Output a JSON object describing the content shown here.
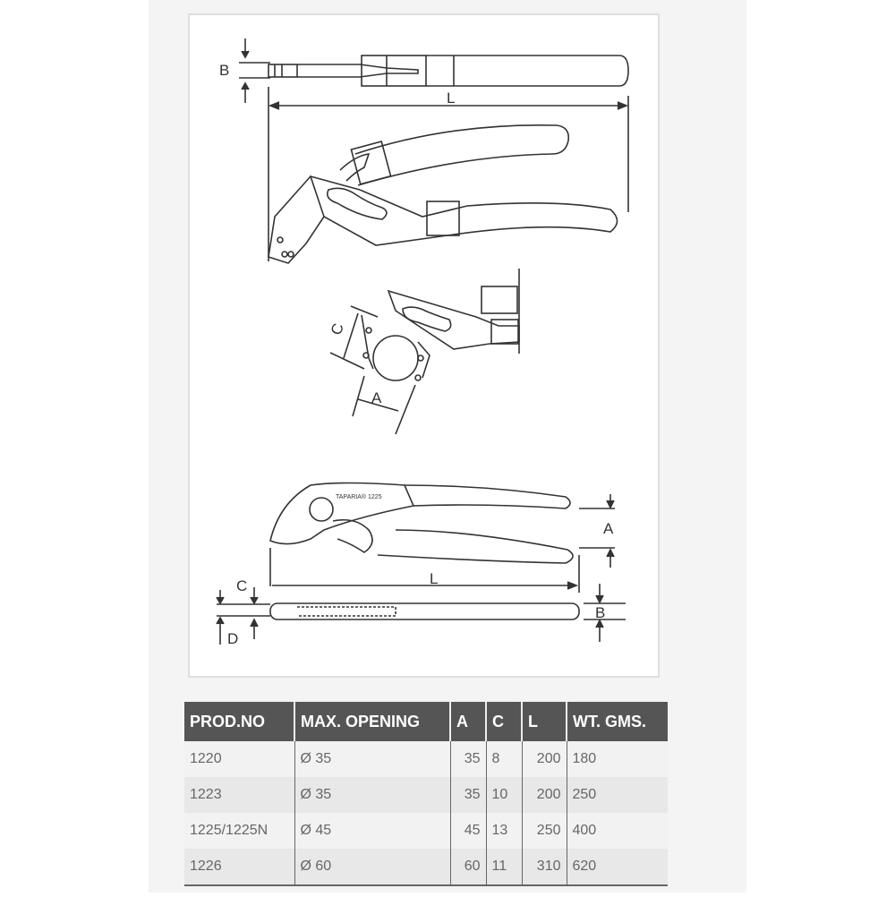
{
  "diagram": {
    "labels": {
      "top_B": "B",
      "top_L": "L",
      "mid_C": "C",
      "mid_A": "A",
      "bottom_A": "A",
      "bottom_L": "L",
      "bottom_B": "B",
      "bottom_C": "C",
      "bottom_D": "D"
    },
    "tool_marking": "TAPARIA® 1225"
  },
  "table": {
    "headers": [
      "PROD.NO",
      "MAX. OPENING",
      "A",
      "C",
      "L",
      "WT. GMS."
    ],
    "rows": [
      {
        "prod_no": "1220",
        "max_opening": "Ø 35",
        "a": "35",
        "c": "8",
        "l": "200",
        "wt": "180"
      },
      {
        "prod_no": "1223",
        "max_opening": "Ø 35",
        "a": "35",
        "c": "10",
        "l": "200",
        "wt": "250"
      },
      {
        "prod_no": "1225/1225N",
        "max_opening": "Ø 45",
        "a": "45",
        "c": "13",
        "l": "250",
        "wt": "400"
      },
      {
        "prod_no": "1226",
        "max_opening": "Ø 60",
        "a": "60",
        "c": "11",
        "l": "310",
        "wt": "620"
      }
    ]
  },
  "colors": {
    "header_bg": "#555555",
    "panel_bg": "#f4f4f4",
    "row_light": "#f2f2f2",
    "row_dark": "#e8e8e8"
  }
}
